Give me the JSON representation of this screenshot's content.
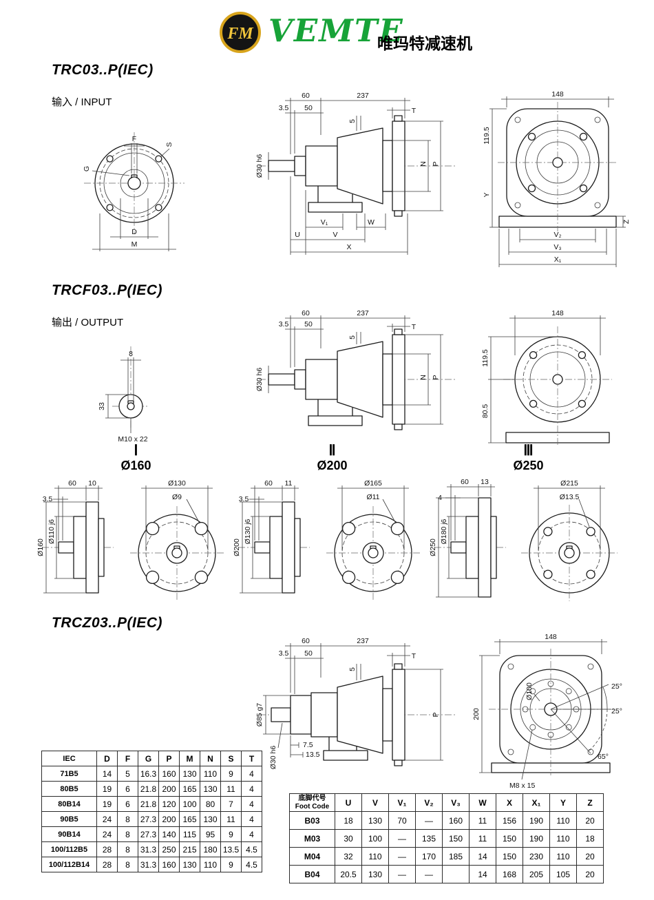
{
  "header": {
    "brand": "VEMTE",
    "brand_cn": "唯玛特减速机",
    "logo": "FM"
  },
  "sections": {
    "s1": {
      "title": "TRC03..P(IEC)",
      "sub": "输入 / INPUT"
    },
    "s2": {
      "title": "TRCF03..P(IEC)",
      "sub": "输出 / OUTPUT"
    },
    "s3": {
      "title": "TRCZ03..P(IEC)"
    }
  },
  "drawings": {
    "input_front": {
      "f": "F",
      "s": "S",
      "g": "G",
      "d": "D",
      "m": "M"
    },
    "side1": {
      "d60": "60",
      "d237": "237",
      "d35": "3.5",
      "d50": "50",
      "d5": "5",
      "t": "T",
      "shaft": "Ø30 h6",
      "n": "N",
      "p": "P",
      "v1": "V₁",
      "w": "W",
      "u": "U",
      "v": "V",
      "x": "X"
    },
    "rear1": {
      "d148": "148",
      "d119": "119.5",
      "y": "Y",
      "z": "Z",
      "v2": "V₂",
      "v3": "V₃",
      "x1": "X₁"
    },
    "out_shaft": {
      "d8": "8",
      "d33": "33",
      "thread": "M10 x 22"
    },
    "side2": {
      "d60": "60",
      "d237": "237",
      "d35": "3.5",
      "d50": "50",
      "d5": "5",
      "t": "T",
      "shaft": "Ø30 h6",
      "n": "N",
      "p": "P"
    },
    "rear2": {
      "d148": "148",
      "d119": "119.5",
      "d80": "80.5"
    },
    "flange1": {
      "numeral": "Ⅰ",
      "title": "Ø160",
      "d60": "60",
      "dt": "10",
      "d35": "3.5",
      "outer": "Ø160",
      "spigot": "Ø110 j6",
      "bc": "Ø130",
      "hole": "Ø9"
    },
    "flange2": {
      "numeral": "Ⅱ",
      "title": "Ø200",
      "d60": "60",
      "dt": "11",
      "d35": "3.5",
      "outer": "Ø200",
      "spigot": "Ø130 j6",
      "bc": "Ø165",
      "hole": "Ø11"
    },
    "flange3": {
      "numeral": "Ⅲ",
      "title": "Ø250",
      "d60": "60",
      "dt": "13",
      "d35": "4",
      "outer": "Ø250",
      "spigot": "Ø180 j6",
      "bc": "Ø215",
      "hole": "Ø13.5"
    },
    "side3": {
      "d60": "60",
      "d237": "237",
      "d35": "3.5",
      "d50": "50",
      "d5": "5",
      "t": "T",
      "shaft_big": "Ø85 g7",
      "shaft": "Ø30 h6",
      "d75": "7.5",
      "d135": "13.5",
      "p": "P"
    },
    "rear3": {
      "d148": "148",
      "d200": "200",
      "d100": "Ø100",
      "a1": "25°",
      "a2": "25°",
      "a3": "65°",
      "thread": "M8 x 15"
    }
  },
  "iec_table": {
    "corner": [
      "IEC"
    ],
    "headers": [
      "D",
      "F",
      "G",
      "P",
      "M",
      "N",
      "S",
      "T"
    ],
    "rows": [
      [
        "71B5",
        "14",
        "5",
        "16.3",
        "160",
        "130",
        "110",
        "9",
        "4"
      ],
      [
        "80B5",
        "19",
        "6",
        "21.8",
        "200",
        "165",
        "130",
        "11",
        "4"
      ],
      [
        "80B14",
        "19",
        "6",
        "21.8",
        "120",
        "100",
        "80",
        "7",
        "4"
      ],
      [
        "90B5",
        "24",
        "8",
        "27.3",
        "200",
        "165",
        "130",
        "11",
        "4"
      ],
      [
        "90B14",
        "24",
        "8",
        "27.3",
        "140",
        "115",
        "95",
        "9",
        "4"
      ],
      [
        "100/112B5",
        "28",
        "8",
        "31.3",
        "250",
        "215",
        "180",
        "13.5",
        "4.5"
      ],
      [
        "100/112B14",
        "28",
        "8",
        "31.3",
        "160",
        "130",
        "110",
        "9",
        "4.5"
      ]
    ]
  },
  "foot_table": {
    "corner": [
      "底脚代号",
      "Foot Code"
    ],
    "headers": [
      "U",
      "V",
      "V₁",
      "V₂",
      "V₃",
      "W",
      "X",
      "X₁",
      "Y",
      "Z"
    ],
    "rows": [
      [
        "B03",
        "18",
        "130",
        "70",
        "—",
        "160",
        "11",
        "156",
        "190",
        "110",
        "20"
      ],
      [
        "M03",
        "30",
        "100",
        "—",
        "135",
        "150",
        "11",
        "150",
        "190",
        "110",
        "18"
      ],
      [
        "M04",
        "32",
        "110",
        "—",
        "170",
        "185",
        "14",
        "150",
        "230",
        "110",
        "20"
      ],
      [
        "B04",
        "20.5",
        "130",
        "—",
        "—",
        "",
        "14",
        "168",
        "205",
        "105",
        "20"
      ]
    ]
  }
}
